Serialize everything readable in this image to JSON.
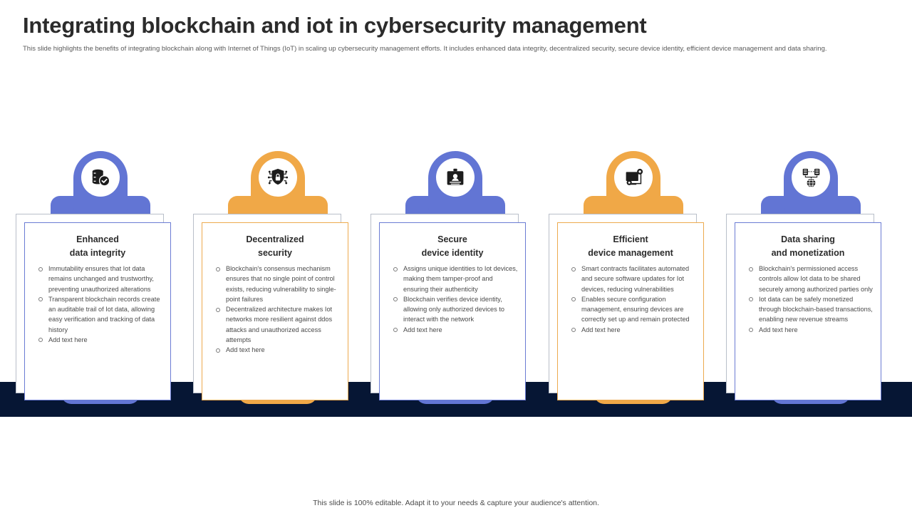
{
  "header": {
    "title": "Integrating blockchain and iot in cybersecurity management",
    "subtitle": "This slide highlights the benefits of integrating blockchain along with Internet of Things (IoT) in scaling up cybersecurity management efforts. It includes enhanced data integrity, decentralized security, secure device identity, efficient device management and data sharing."
  },
  "colors": {
    "blue": "#6275d4",
    "amber": "#f0a847",
    "dark_band": "#061634",
    "card_border_blue": "#6b7cd4",
    "card_border_amber": "#edaa4f",
    "card_back_border": "#b9bfc9",
    "title_text": "#2b2b2b",
    "body_text": "#4a4a4a"
  },
  "columns": [
    {
      "theme": "blue",
      "icon": "database-check-icon",
      "title_line1": "Enhanced",
      "title_line2": "data integrity",
      "bullets": [
        "Immutability ensures that Iot data remains unchanged and trustworthy, preventing unauthorized alterations",
        "Transparent blockchain records create an auditable trail of Iot data, allowing easy verification and tracking of data history",
        "Add text here"
      ]
    },
    {
      "theme": "amber",
      "icon": "shield-lock-circuit-icon",
      "title_line1": "Decentralized",
      "title_line2": "security",
      "bullets": [
        "Blockchain's consensus mechanism ensures that no single point of control exists, reducing vulnerability to single-point failures",
        "Decentralized architecture makes Iot networks more resilient against ddos attacks and unauthorized access attempts",
        "Add text here"
      ]
    },
    {
      "theme": "blue",
      "icon": "id-badge-icon",
      "title_line1": "Secure",
      "title_line2": "device identity",
      "bullets": [
        "Assigns unique identities to Iot devices, making them tamper-proof and ensuring their authenticity",
        "Blockchain verifies device identity, allowing only authorized devices to interact with the network",
        "Add text here"
      ]
    },
    {
      "theme": "amber",
      "icon": "monitor-gears-icon",
      "title_line1": "Efficient",
      "title_line2": "device management",
      "bullets": [
        "Smart contracts facilitates automated and secure software updates for Iot devices, reducing vulnerabilities",
        "Enables secure configuration management, ensuring devices are correctly set up and remain protected",
        "Add text here"
      ]
    },
    {
      "theme": "blue",
      "icon": "globe-servers-icon",
      "title_line1": "Data sharing",
      "title_line2": "and monetization",
      "bullets": [
        "Blockchain's permissioned access controls allow Iot data to be shared securely among authorized parties only",
        "Iot data can be safely monetized through blockchain-based transactions, enabling new revenue streams",
        "Add text here"
      ]
    }
  ],
  "footer": {
    "note": "This slide is 100% editable. Adapt it to your needs & capture your audience's attention."
  }
}
